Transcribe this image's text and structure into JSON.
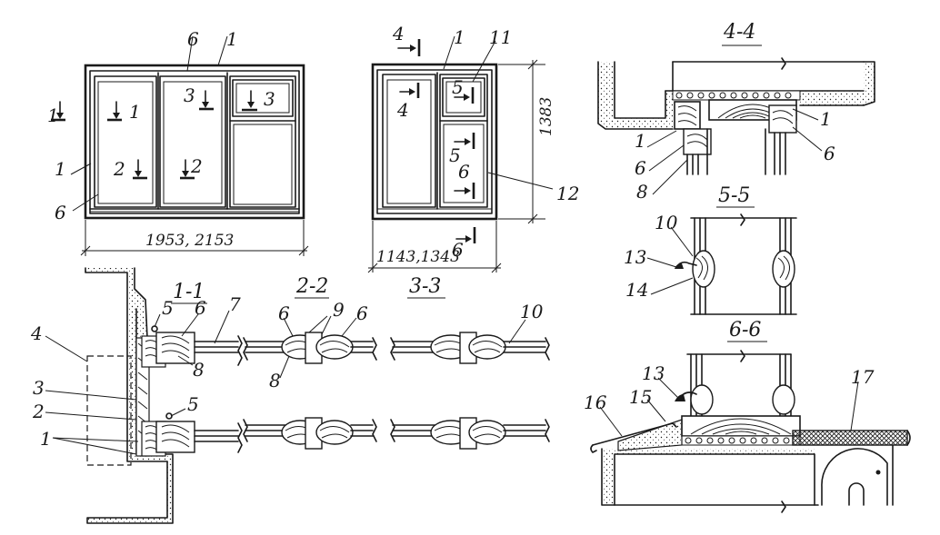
{
  "colors": {
    "ink": "#1a1a1a",
    "paper": "#ffffff"
  },
  "elevations": {
    "window_a": {
      "dimension": "1953, 2153"
    },
    "window_b": {
      "dimension_width": "1143,1343",
      "dimension_height": "1383"
    }
  },
  "sections": {
    "s11": "1-1",
    "s22": "2-2",
    "s33": "3-3",
    "s44": "4-4",
    "s55": "5-5",
    "s66": "6-6"
  },
  "labels": {
    "n1": "1",
    "n2": "2",
    "n3": "3",
    "n4": "4",
    "n5": "5",
    "n6": "6",
    "n7": "7",
    "n8": "8",
    "n9": "9",
    "n10": "10",
    "n11": "11",
    "n12": "12",
    "n13": "13",
    "n14": "14",
    "n15": "15",
    "n16": "16",
    "n17": "17"
  }
}
